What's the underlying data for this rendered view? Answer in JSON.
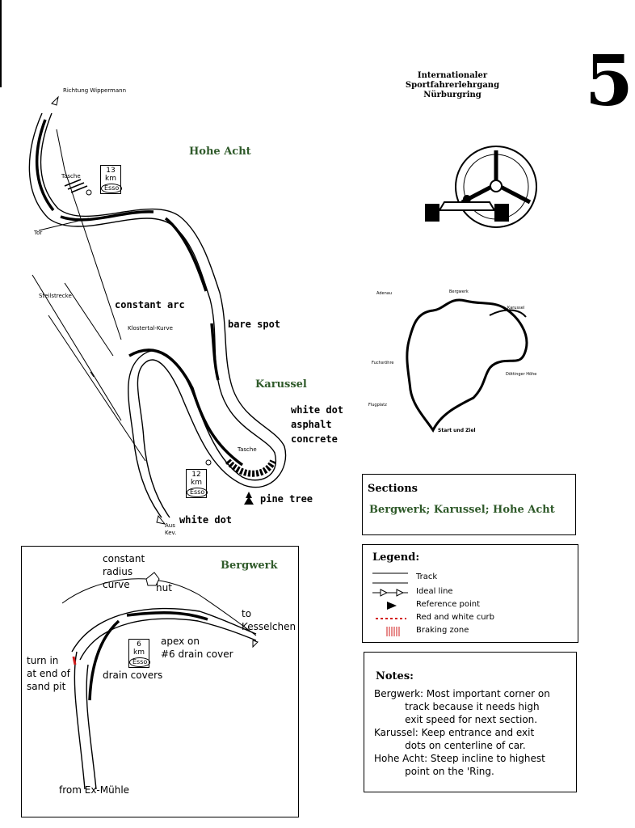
{
  "page_number": "5",
  "header": {
    "line1": "Internationaler",
    "line2": "Sportfahrerlehrgang",
    "line3": "Nürburgring"
  },
  "main_map": {
    "title_hohe_acht": "Hohe Acht",
    "title_karussel": "Karussel",
    "label_richtung": "Richtung Wippermann",
    "label_tasche_top": "Tasche",
    "label_tor": "Tor",
    "label_steilstrecke": "Steilstrecke",
    "label_constant_arc": "constant arc",
    "label_klostertal": "Klostertal-Kurve",
    "label_bare_spot": "bare spot",
    "label_karussel_small": "Karussel",
    "label_white_dot_1": "white dot",
    "label_asphalt": "asphalt",
    "label_concrete": "concrete",
    "label_tasche": "Tasche",
    "label_pine_tree": "pine tree",
    "label_white_dot_2": "white dot",
    "label_aus": "Aus",
    "label_kev": "Kev.",
    "sign_top": {
      "km": "13",
      "unit": "km",
      "brand": "Esso"
    },
    "sign_bottom": {
      "km": "12",
      "unit": "km",
      "brand": "Esso"
    }
  },
  "overview_map": {
    "label_start_ziel": "Start und Ziel"
  },
  "sections_box": {
    "title": "Sections",
    "content": "Bergwerk; Karussel; Hohe Acht"
  },
  "legend_box": {
    "title": "Legend:",
    "items": [
      {
        "label": "Track",
        "icon": "track-lines"
      },
      {
        "label": "Ideal line",
        "icon": "ideal-line-arrows"
      },
      {
        "label": "Reference point",
        "icon": "reference-flag"
      },
      {
        "label": "Red and white curb",
        "icon": "red-dashed"
      },
      {
        "label": "Braking zone",
        "icon": "red-hatch"
      }
    ],
    "colors": {
      "curb": "#d21b1b",
      "braking": "#d21b1b"
    }
  },
  "bergwerk_map": {
    "title": "Bergwerk",
    "label_constant": "constant",
    "label_radius": "radius",
    "label_curve": "curve",
    "label_hut": "hut",
    "label_to": "to",
    "label_kesselchen": "Kesselchen",
    "label_apex": "apex on",
    "label_drain6": "#6 drain cover",
    "label_turn_in": "turn in",
    "label_at_end": "at end of",
    "label_sand_pit": "sand pit",
    "label_drain_covers": "drain covers",
    "label_from": "from Ex-Mühle",
    "sign": {
      "km": "6",
      "unit": "km",
      "brand": "Esso"
    }
  },
  "notes_box": {
    "title": "Notes:",
    "lines": [
      "Bergwerk: Most important corner on",
      "          track because it needs high",
      "          exit speed for next section.",
      "Karussel: Keep entrance and exit",
      "          dots on centerline of car.",
      "Hohe Acht: Steep incline to highest",
      "          point on the 'Ring."
    ]
  }
}
